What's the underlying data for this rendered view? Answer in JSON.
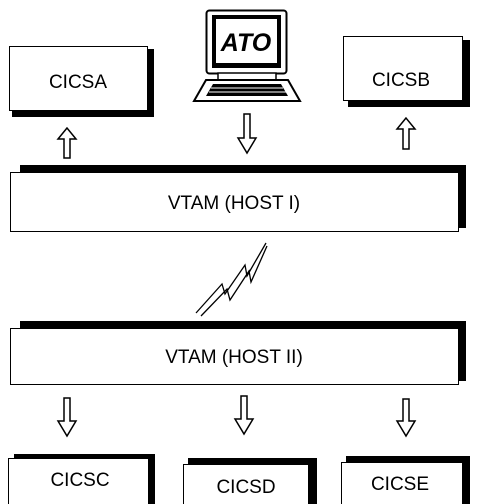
{
  "diagram": {
    "terminal": {
      "label": "ATO"
    },
    "top_systems": [
      {
        "label": "CICSA"
      },
      {
        "label": "CICSB"
      }
    ],
    "host_one": {
      "label": "VTAM (HOST I)"
    },
    "host_two": {
      "label": "VTAM (HOST II)"
    },
    "bottom_systems": [
      {
        "label": "CICSC"
      },
      {
        "label": "CICSD"
      },
      {
        "label": "CICSE"
      }
    ]
  },
  "colors": {
    "ink": "#000000",
    "paper": "#ffffff"
  },
  "icons": {
    "terminal": "computer-terminal-icon",
    "link": "lightning-link-icon",
    "arrow": "hollow-arrow-icon"
  }
}
